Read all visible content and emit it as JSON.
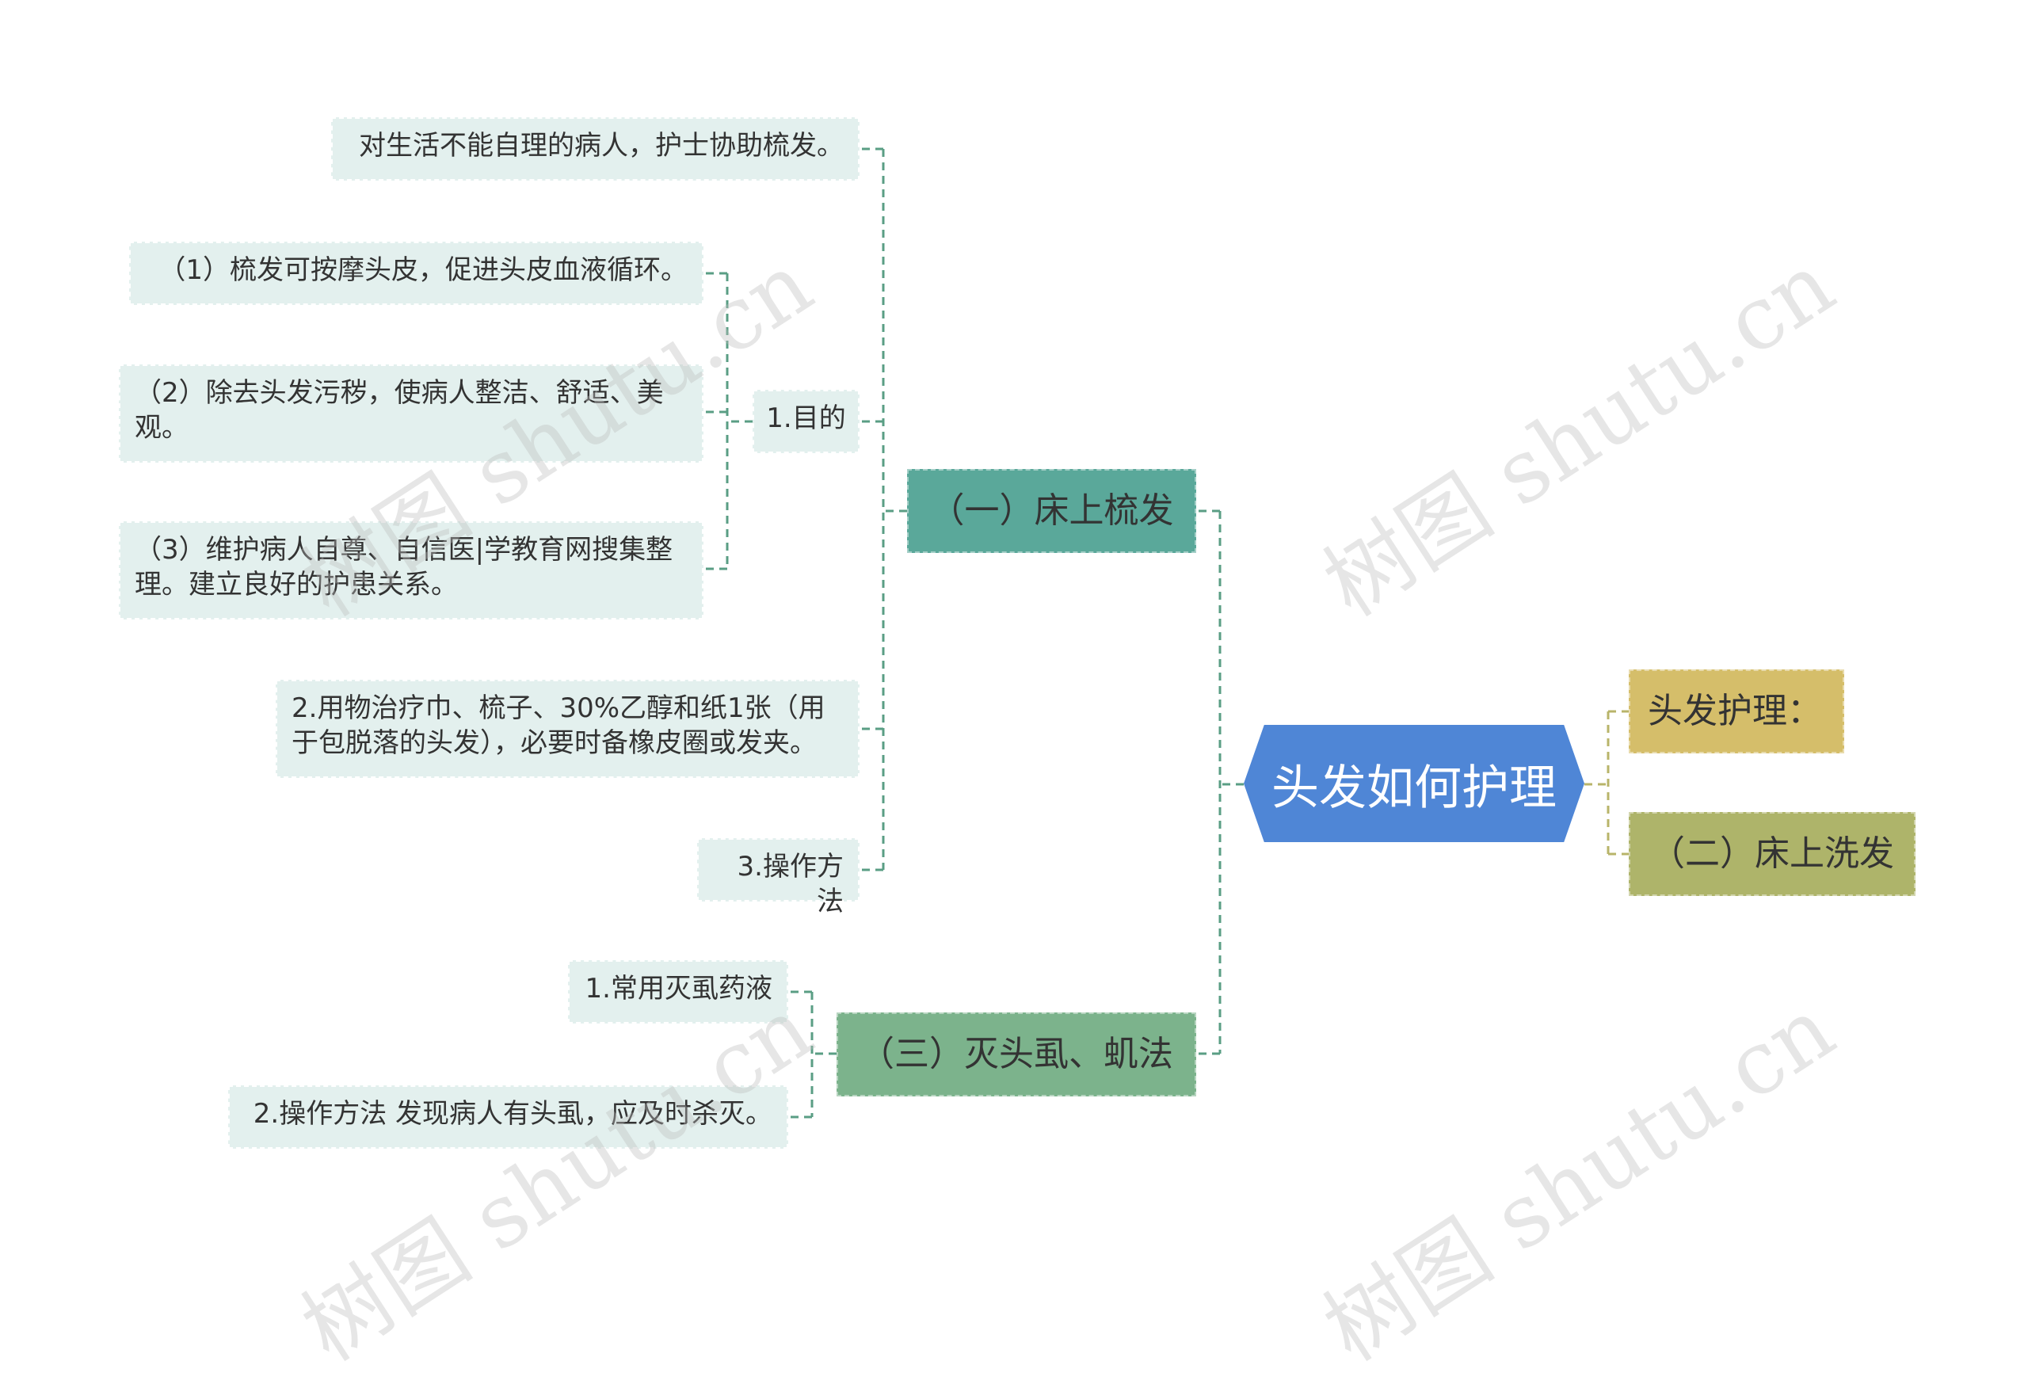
{
  "colors": {
    "center": "#4f86d6",
    "branch_1": "#5aa89a",
    "branch_3": "#7cb38c",
    "label_yellow": "#d5be6a",
    "label_olive": "#aeb46a",
    "leaf": "#e3f0ee",
    "connector_green": "#5a9e84",
    "connector_olive": "#b8b46a"
  },
  "center": {
    "label": "头发如何护理"
  },
  "right": {
    "title": "头发护理：",
    "section2": "（二）床上洗发"
  },
  "section1": {
    "label": "（一）床上梳发",
    "intro": "对生活不能自理的病人，护士协助梳发。",
    "purpose": {
      "label": "1.目的",
      "items": [
        "（1）梳发可按摩头皮，促进头皮血液循环。",
        "（2）除去头发污秽，使病人整洁、舒适、美观。",
        "（3）维护病人自尊、自信医|学教育网搜集整理。建立良好的护患关系。"
      ]
    },
    "supplies": "2.用物治疗巾、梳子、30%乙醇和纸1张（用于包脱落的头发），必要时备橡皮圈或发夹。",
    "method": "3.操作方法"
  },
  "section3": {
    "label": "（三）灭头虱、虮法",
    "items": [
      "1.常用灭虱药液",
      "2.操作方法 发现病人有头虱，应及时杀灭。"
    ]
  },
  "watermark": "树图 shutu.cn"
}
